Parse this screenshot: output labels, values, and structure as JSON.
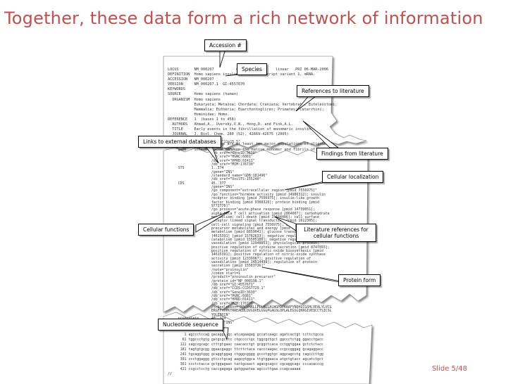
{
  "slide": {
    "title": "Together, these data form a rich network of information",
    "number_label": "Slide 5/48"
  },
  "callouts": {
    "accession": "Accession #",
    "species": "Species",
    "references": "References to literature",
    "external_dbs": "Links to external databases",
    "findings": "Findings from literature",
    "localization": "Cellular localization",
    "cell_functions": "Cellular functions",
    "lit_refs_cell": "Literature references for cellular functions",
    "protein_form": "Protein form",
    "nucleotide_seq": "Nucleotide sequence"
  },
  "record": {
    "header": "LOCUS       NM_000207          465 bp    mRNA    linear   PRI 06-MAR-2006\nDEFINITION  Homo sapiens insulin (INS), transcript variant 1, mRNA.\nACCESSION   NM_000207\nVERSION     NM_000207.1  GI:4557670\nKEYWORDS    .\nSOURCE      Homo sapiens (human)\n  ORGANISM  Homo sapiens\n            Eukaryota; Metazoa; Chordata; Craniata; Vertebrata; Euteleostomi;\n            Mammalia; Eutheria; Euarchontoglires; Primates; Catarrhini;\n            Hominidae; Homo.\nREFERENCE   1  (bases 1 to 458)\n  AUTHORS   Ahmad,A., Uversky,V.N., Hong,D. and Fink,A.L.\n  TITLE     Early events in the fibrillation of monomeric insulin\n  JOURNAL   J. Biol. Chem. 280 (52), 42669-42675 (2005)\n   PUBMED   16246845\n  REMARK    GeneRIF: there are at least two major populations of oligomeric\n            intermediates between the native monomer and fibrils of insulin",
    "features": "                     /map=\"11p15.5\"\n                     1..458\n     gene            /gene=\"INS\"\n                     /db_xref=\"GeneID:3630\"\n                     /db_xref=\"HGNC:6081\"\n                     /db_xref=\"HPRD:01411\"\n                     /db_xref=\"MIM:176730\"\n     STS             1..374\n                     /gene=\"INS\"\n                     /standard_name=\"GDB:181496\"\n                     /db_xref=\"UniSTS:155240\"\n     CDS             45..377\n                     /gene=\"INS\"\n                     /go_component=\"extracellular region [pmid 7556975]\"\n                     /go_function=\"hormone activity [pmid 14986312]; insulin\n                     receptor binding [pmid 7556975]; insulin-like growth\n                     factor binding [pmid 9388326]; protein binding [pmid\n                     9773776]\"\n                     /go_process=\"acute-phase response [pmid 14739051];\n                     alpha-beta T cell activation [pmid 2864007]; carbohydrate\n                     metabolism; cell death [pmid 15104486]; cell surface\n                     receptor linked signal transduction [pmid 1612305];\n                     cell-cell signaling [pmid 7556975]; energy pathways;\n                     precursor metabolites and energy [pmid 15194131];\n                     metabolism [pmid 8659041]; glucose transport;\n                     [4615391] [pmid 15782633]; negative regulation of\n                     catabolism [pmid 15505180]; negative regulation of\n                     vasodilation [pmid 12948853]; physiological process;\n                     positive regulation of cytokine secretion [pmid 8747893];\n                     positive regulation of nitric oxide biosynthesis [pmid\n                     14615391]; positive regulation of nitric-oxide synthase\n                     activity [pmid 12339967]; positive regulation of\n                     vasodilation [pmid 14514499]; regulation of protein\n                     secretion [pmid 15583736]\"\n                     /note=\"proinsulin\"\n                     /codon_start=1\n                     /product=\"proinsulin precursor\"\n                     /protein_id=\"NP_000198.1\"\n                     /db_xref=\"GI:4557671\"\n                     /db_xref=\"CCDS:CCDS7729.1\"\n                     /db_xref=\"GeneID:3630\"\n                     /db_xref=\"HGNC:6081\"\n                     /db_xref=\"HPRD:01411\"\n                     /db_xref=\"MIM:176730\"\n                     /translation=\"MALWMRLLPLLALLALWGPDPAAAFVNQHLCGSHLVEALYLVCG\n                     ERGFFYTPKTRREAEDLQVGQVELGGGPGAGSLQPLALEGSLQKRGIVEQCCTSICSL\n                     YQLENYCN\"\n     proprotein      45..374\n                     /gene=\"INS\"",
    "origin": "ORIGIN\n        1 agccctccag gacaggctgc atcagaagag gccatcaagc agatcactgt ccttctgcca\n       61 tggccctgtg gatgcgcctc ctgcccctgc tggcgctgct ggccctctgg ggacctgacc\n      121 cagccgcagc ctttgtgaac caacacctgt gcggctcaca cctggtggaa gctctctacc\n      181 tagtgtgcgg ggaacgaggc ttcttctaca cacccaagac ccgccgggag gcagaggacc\n      241 tgcaggtggg gcaggtggag ctgggcgggg gccctggtgc aggcagcctg cagcccttgg\n      301 ccctggaggg gtccctgcag aagcgtggca ttgtggaaca atgctgtacc agcatctgct\n      361 ccctctacca gctggagaac tactgcaact agacgcagcc cgcaggcagc cccacacccg\n      421 ccgcctcctg caccgagaga gatggaataa agcccttgaa ccagcaaaaa\n//"
  }
}
